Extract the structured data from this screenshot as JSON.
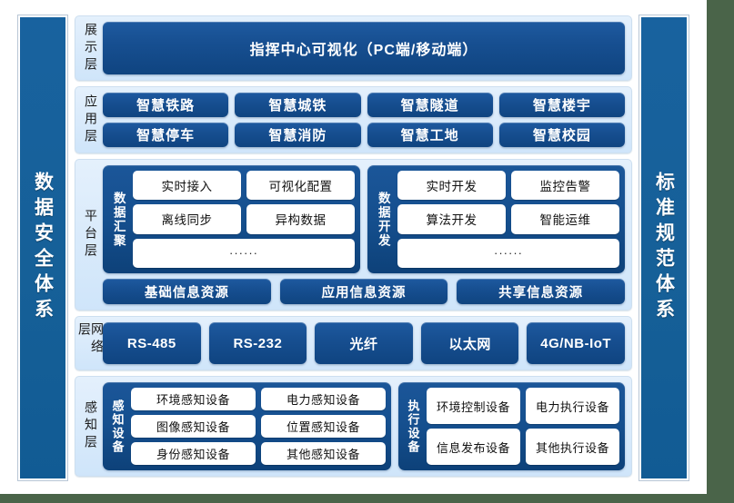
{
  "colors": {
    "background": "#4a6449",
    "page": "#ffffff",
    "pillar": "#166098",
    "band": "#cfe5fa",
    "pill": "#174f91",
    "white_box": "#ffffff"
  },
  "left_pillar": {
    "label": "数据安全体系"
  },
  "right_pillar": {
    "label": "标准规范体系"
  },
  "layers": {
    "presentation": {
      "label": "展示层",
      "item": "指挥中心可视化（PC端/移动端）"
    },
    "application": {
      "label": "应用层",
      "rows": [
        [
          "智慧铁路",
          "智慧城铁",
          "智慧隧道",
          "智慧楼宇"
        ],
        [
          "智慧停车",
          "智慧消防",
          "智慧工地",
          "智慧校园"
        ]
      ]
    },
    "platform": {
      "label": "平台层",
      "groups": [
        {
          "title": "数据汇聚",
          "rows": [
            [
              "实时接入",
              "可视化配置"
            ],
            [
              "离线同步",
              "异构数据"
            ]
          ],
          "placeholder": "······"
        },
        {
          "title": "数据开发",
          "rows": [
            [
              "实时开发",
              "监控告警"
            ],
            [
              "算法开发",
              "智能运维"
            ]
          ],
          "placeholder": "······"
        }
      ],
      "resources": [
        "基础信息资源",
        "应用信息资源",
        "共享信息资源"
      ]
    },
    "network": {
      "label": "网络层",
      "items": [
        "RS-485",
        "RS-232",
        "光纤",
        "以太网",
        "4G/NB-IoT"
      ]
    },
    "sensing": {
      "label": "感知层",
      "groups": [
        {
          "title": "感知设备",
          "rows": [
            [
              "环境感知设备",
              "电力感知设备"
            ],
            [
              "图像感知设备",
              "位置感知设备"
            ],
            [
              "身份感知设备",
              "其他感知设备"
            ]
          ]
        },
        {
          "title": "执行设备",
          "rows": [
            [
              "环境控制设备",
              "电力执行设备"
            ],
            [
              "信息发布设备",
              "其他执行设备"
            ]
          ]
        }
      ]
    }
  }
}
